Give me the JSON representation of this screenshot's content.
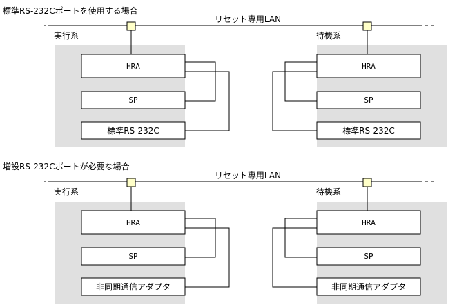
{
  "sections": [
    {
      "heading": "標準RS-232Cポートを使用する場合",
      "lan_label": "リセット専用LAN",
      "left_label": "実行系",
      "right_label": "待機系",
      "boxes": [
        "HRA",
        "SP",
        "標準RS-232C"
      ]
    },
    {
      "heading": "増設RS-232Cポートが必要な場合",
      "lan_label": "リセット専用LAN",
      "left_label": "実行系",
      "right_label": "待機系",
      "boxes": [
        "HRA",
        "SP",
        "非同期通信アダプタ"
      ]
    }
  ]
}
